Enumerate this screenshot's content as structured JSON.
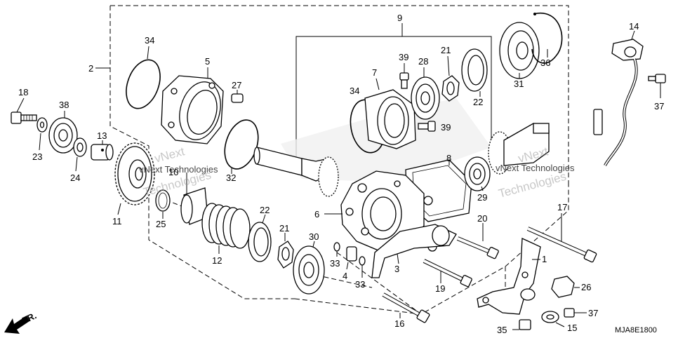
{
  "labels": {
    "l1": "1",
    "l2": "2",
    "l3": "3",
    "l4": "4",
    "l5": "5",
    "l6": "6",
    "l7": "7",
    "l8": "8",
    "l9": "9",
    "l10": "10",
    "l11": "11",
    "l12": "12",
    "l13": "13",
    "l14": "14",
    "l15": "15",
    "l16": "16",
    "l17": "17",
    "l18": "18",
    "l19": "19",
    "l20": "20",
    "l21a": "21",
    "l21b": "21",
    "l22a": "22",
    "l22b": "22",
    "l23": "23",
    "l24": "24",
    "l25": "25",
    "l26": "26",
    "l27": "27",
    "l28": "28",
    "l29": "29",
    "l30": "30",
    "l31": "31",
    "l32": "32",
    "l33a": "33",
    "l33b": "33",
    "l34a": "34",
    "l34b": "34",
    "l35": "35",
    "l36": "36",
    "l37a": "37",
    "l37b": "37",
    "l38": "38",
    "l39a": "39",
    "l39b": "39"
  },
  "diagram_code": "MJA8E1800",
  "front_label": "FR.",
  "watermark": {
    "left_line1": "vNext",
    "left_line2": "Technologies",
    "left_small": "vNext Technologies",
    "right_line1": "vNext",
    "right_line2": "Technologies",
    "right_small": "vNext Technologies"
  }
}
